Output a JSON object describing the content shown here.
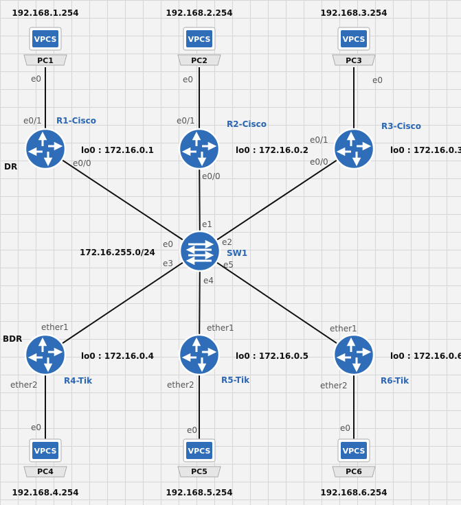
{
  "colors": {
    "device_blue": "#2f6db8",
    "device_label": "#2a66b3",
    "link": "#111111"
  },
  "switch": {
    "name": "SW1",
    "subnet": "172.16.255.0/24",
    "ports": [
      "e0",
      "e1",
      "e2",
      "e3",
      "e4",
      "e5"
    ],
    "icon": "switch-icon"
  },
  "routers": [
    {
      "name": "R1-Cisco",
      "loopback": "lo0 : 172.16.0.1",
      "up_port": "e0/1",
      "sw_port": "e0/0",
      "role": "DR",
      "icon": "router-icon"
    },
    {
      "name": "R2-Cisco",
      "loopback": "lo0 : 172.16.0.2",
      "up_port": "e0/1",
      "sw_port": "e0/0",
      "role": "",
      "icon": "router-icon"
    },
    {
      "name": "R3-Cisco",
      "loopback": "lo0 : 172.16.0.3",
      "up_port": "e0/1",
      "sw_port": "e0/0",
      "role": "",
      "icon": "router-icon"
    },
    {
      "name": "R4-Tik",
      "loopback": "lo0 : 172.16.0.4",
      "up_port": "ether1",
      "sw_port": "ether2",
      "role": "BDR",
      "icon": "router-icon"
    },
    {
      "name": "R5-Tik",
      "loopback": "lo0 : 172.16.0.5",
      "up_port": "ether1",
      "sw_port": "ether2",
      "role": "",
      "icon": "router-icon"
    },
    {
      "name": "R6-Tik",
      "loopback": "lo0 : 172.16.0.6",
      "up_port": "ether1",
      "sw_port": "ether2",
      "role": "",
      "icon": "router-icon"
    }
  ],
  "pcs": [
    {
      "name": "PC1",
      "ip": "192.168.1.254",
      "port": "e0",
      "badge": "VPCS",
      "icon": "vpcs-icon"
    },
    {
      "name": "PC2",
      "ip": "192.168.2.254",
      "port": "e0",
      "badge": "VPCS",
      "icon": "vpcs-icon"
    },
    {
      "name": "PC3",
      "ip": "192.168.3.254",
      "port": "e0",
      "badge": "VPCS",
      "icon": "vpcs-icon"
    },
    {
      "name": "PC4",
      "ip": "192.168.4.254",
      "port": "e0",
      "badge": "VPCS",
      "icon": "vpcs-icon"
    },
    {
      "name": "PC5",
      "ip": "192.168.5.254",
      "port": "e0",
      "badge": "VPCS",
      "icon": "vpcs-icon"
    },
    {
      "name": "PC6",
      "ip": "192.168.6.254",
      "port": "e0",
      "badge": "VPCS",
      "icon": "vpcs-icon"
    }
  ]
}
